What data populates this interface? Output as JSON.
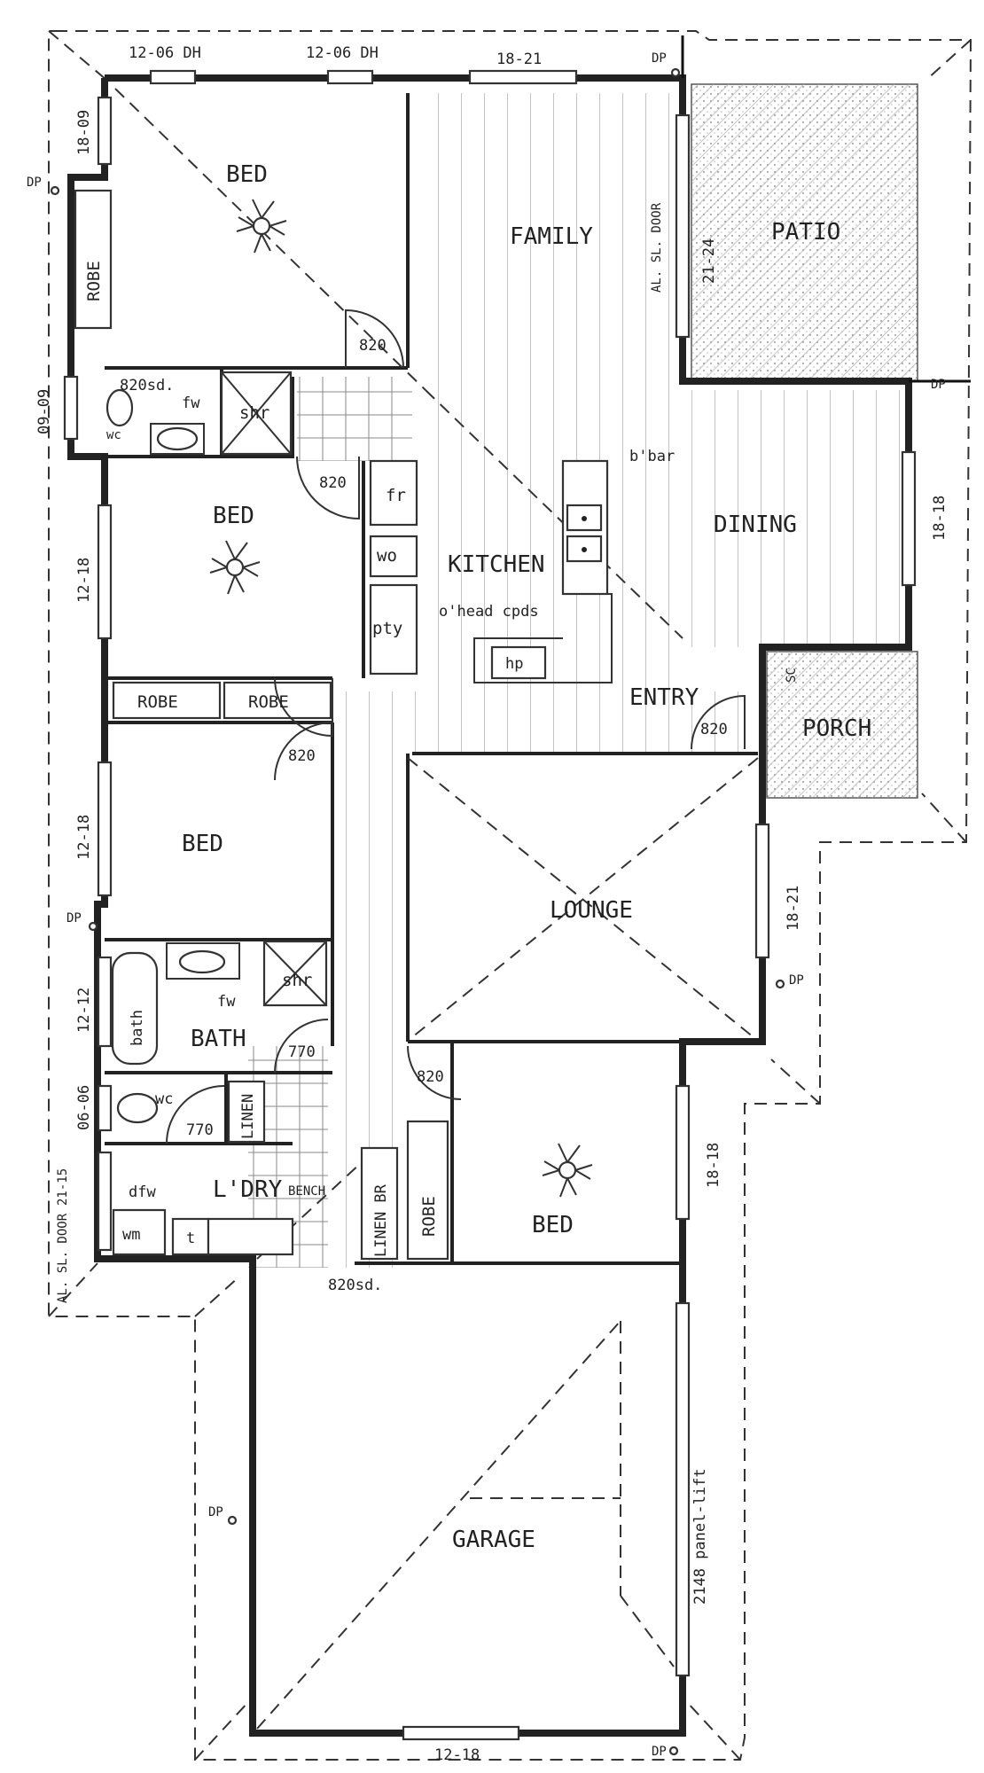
{
  "rooms": {
    "bed_1": "BED",
    "family": "FAMILY",
    "patio": "PATIO",
    "bed_2": "BED",
    "kitchen": "KITCHEN",
    "dining": "DINING",
    "entry": "ENTRY",
    "porch": "PORCH",
    "bed_3": "BED",
    "lounge": "LOUNGE",
    "bath": "BATH",
    "laundry": "L'DRY",
    "bed_4": "BED",
    "garage": "GARAGE"
  },
  "fixtures": {
    "robe_1": "ROBE",
    "robe_2": "ROBE",
    "robe_3": "ROBE",
    "robe_4": "ROBE",
    "wc_1": "wc",
    "fw_1": "fw",
    "shr_1": "shr",
    "sd_1": "820sd.",
    "fr": "fr",
    "wo": "wo",
    "pty": "pty",
    "o_head": "o'head cpds",
    "hp": "hp",
    "bbar": "b'bar",
    "bath_tub": "bath",
    "fw_2": "fw",
    "shr_2": "shr",
    "wc_2": "wc",
    "linen_1": "LINEN",
    "dfw": "dfw",
    "bench": "BENCH",
    "wm": "wm",
    "tub_t": "t",
    "linen_br": "LINEN BR",
    "sc": "SC"
  },
  "doors": {
    "d1": "820",
    "d2": "820",
    "d3": "820",
    "d4": "820",
    "d5": "770",
    "d6": "770",
    "d7": "820",
    "sd_2": "820sd."
  },
  "windows": {
    "w1": "12-06 DH",
    "w2": "12-06 DH",
    "w3": "18-21",
    "w4": "18-09",
    "w5": "09-09",
    "w6": "21-24",
    "w7": "AL. SL. DOOR",
    "w8": "18-18",
    "w9": "12-18",
    "w10": "12-18",
    "w11": "18-21",
    "w12": "12-12",
    "w13": "06-06",
    "w14": "21-15",
    "w15": "AL. SL. DOOR",
    "w16": "18-18",
    "w17": "2148 panel-lift",
    "w18": "12-18"
  },
  "dp_label": "DP"
}
